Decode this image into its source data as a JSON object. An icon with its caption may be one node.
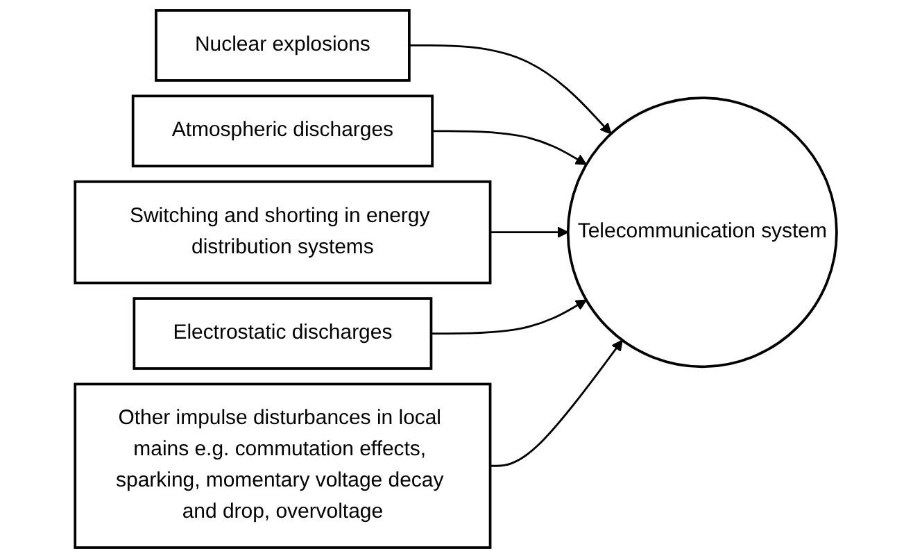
{
  "diagram": {
    "nodes": [
      {
        "text": [
          "Nuclear explosions"
        ]
      },
      {
        "text": [
          "Atmospheric discharges"
        ]
      },
      {
        "text": [
          "Telecommunication system"
        ]
      },
      {
        "text": [
          "Switching and shorting in energy distribution systems"
        ]
      },
      {
        "text": [
          "Electrostatic discharges"
        ]
      },
      {
        "text": [
          "Other impulse disturbances in local mains e.g. commutation effects, sparking, momentary voltage decay and drop, overvoltage"
        ]
      }
    ],
    "edges": [
      {
        "from": 0,
        "to": 2,
        "arrow": "to"
      },
      {
        "from": 1,
        "to": 2,
        "arrow": "to"
      },
      {
        "from": 3,
        "to": 2,
        "arrow": "to"
      },
      {
        "from": 4,
        "to": 2,
        "arrow": "to"
      },
      {
        "from": 5,
        "to": 2,
        "arrow": "to"
      }
    ]
  }
}
